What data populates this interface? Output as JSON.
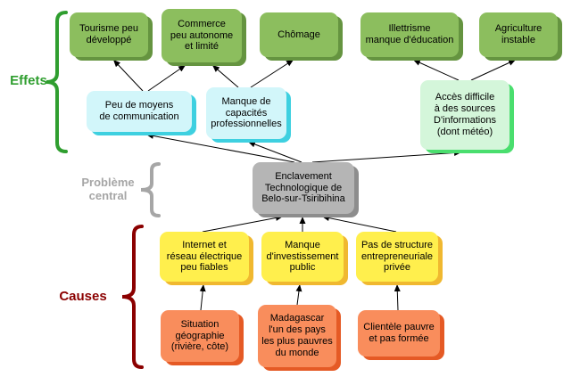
{
  "labels": {
    "effets": "Effets",
    "probleme_central": "Problème\ncentral",
    "causes": "Causes"
  },
  "colors": {
    "effect_box": "#8cbe5e",
    "effect_box_shadow": "#659440",
    "secondary_cyan": "#d2f6fa",
    "secondary_cyan_shadow": "#3ed0e0",
    "secondary_mint": "#d4f6da",
    "secondary_mint_shadow": "#4ade6e",
    "central_box": "#b5b5b5",
    "central_box_shadow": "#8d8d8d",
    "cause_yellow": "#ffef4d",
    "cause_yellow_shadow": "#f0b830",
    "cause_orange": "#f98d5c",
    "cause_orange_shadow": "#e55a25",
    "effets_label": "#2f9e2f",
    "central_label": "#a6a6a6",
    "causes_label": "#8b0000",
    "arrow": "#000000"
  },
  "effects_top": [
    {
      "text": "Tourisme peu\ndéveloppé"
    },
    {
      "text": "Commerce\npeu autonome\net limité"
    },
    {
      "text": "Chômage"
    },
    {
      "text": "Illettrisme\nmanque d'éducation"
    },
    {
      "text": "Agriculture\ninstable"
    }
  ],
  "effects_mid": [
    {
      "text": "Peu de moyens\nde communication"
    },
    {
      "text": "Manque de\ncapacités\nprofessionnelles"
    },
    {
      "text": "Accès difficile\nà des sources\nD'informations\n(dont météo)"
    }
  ],
  "central": {
    "text": "Enclavement\nTechnologique de\nBelo-sur-Tsiribihina"
  },
  "causes_mid": [
    {
      "text": "Internet et\nréseau électrique\npeu fiables"
    },
    {
      "text": "Manque\nd'investissement\npublic"
    },
    {
      "text": "Pas de structure\nentrepreneuriale\nprivée"
    }
  ],
  "causes_bottom": [
    {
      "text": "Situation\ngéographie\n(rivière, côte)"
    },
    {
      "text": "Madagascar\nl'un des pays\nles plus pauvres\ndu monde"
    },
    {
      "text": "Clientèle pauvre\net pas formée"
    }
  ]
}
